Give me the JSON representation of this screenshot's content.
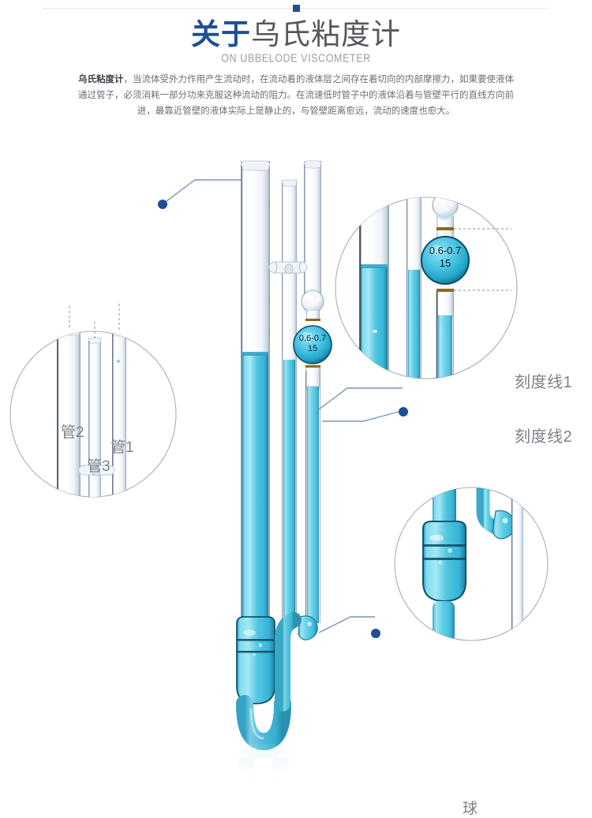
{
  "page": {
    "background": "#ffffff",
    "accent_blue": "#1f4e96",
    "text_grey": "#6a6d72",
    "liquid_color": "#55c8e0",
    "glass_color": "#dfe6ec"
  },
  "header": {
    "title_highlight": "关于",
    "title_rest": "乌氏粘度计",
    "subtitle": "ON UBBELODE VISCOMETER",
    "intro_lead": "乌氏粘度计",
    "intro_body": "，当流体受外力作用产生流动时，在流动着的液体层之间存在着切向的内部摩擦力，如果要使液体通过管子，必须消耗一部分功来克服这种流动的阻力。在流速低时管子中的液体沿着与管壁平行的直线方向前进，最靠近管壁的液体实际上是静止的，与管壁距离愈远，流动的速度也愈大。"
  },
  "diagram": {
    "bulb_marking_range": "0.6-0.7",
    "bulb_marking_size": "15",
    "callouts": [
      {
        "id": "scale-line-1",
        "label": "刻度线1"
      },
      {
        "id": "scale-line-2",
        "label": "刻度线2"
      },
      {
        "id": "ball",
        "label": "球"
      },
      {
        "id": "tube-1",
        "label": "管1"
      },
      {
        "id": "tube-2",
        "label": "管2"
      },
      {
        "id": "tube-3",
        "label": "管3"
      }
    ]
  }
}
